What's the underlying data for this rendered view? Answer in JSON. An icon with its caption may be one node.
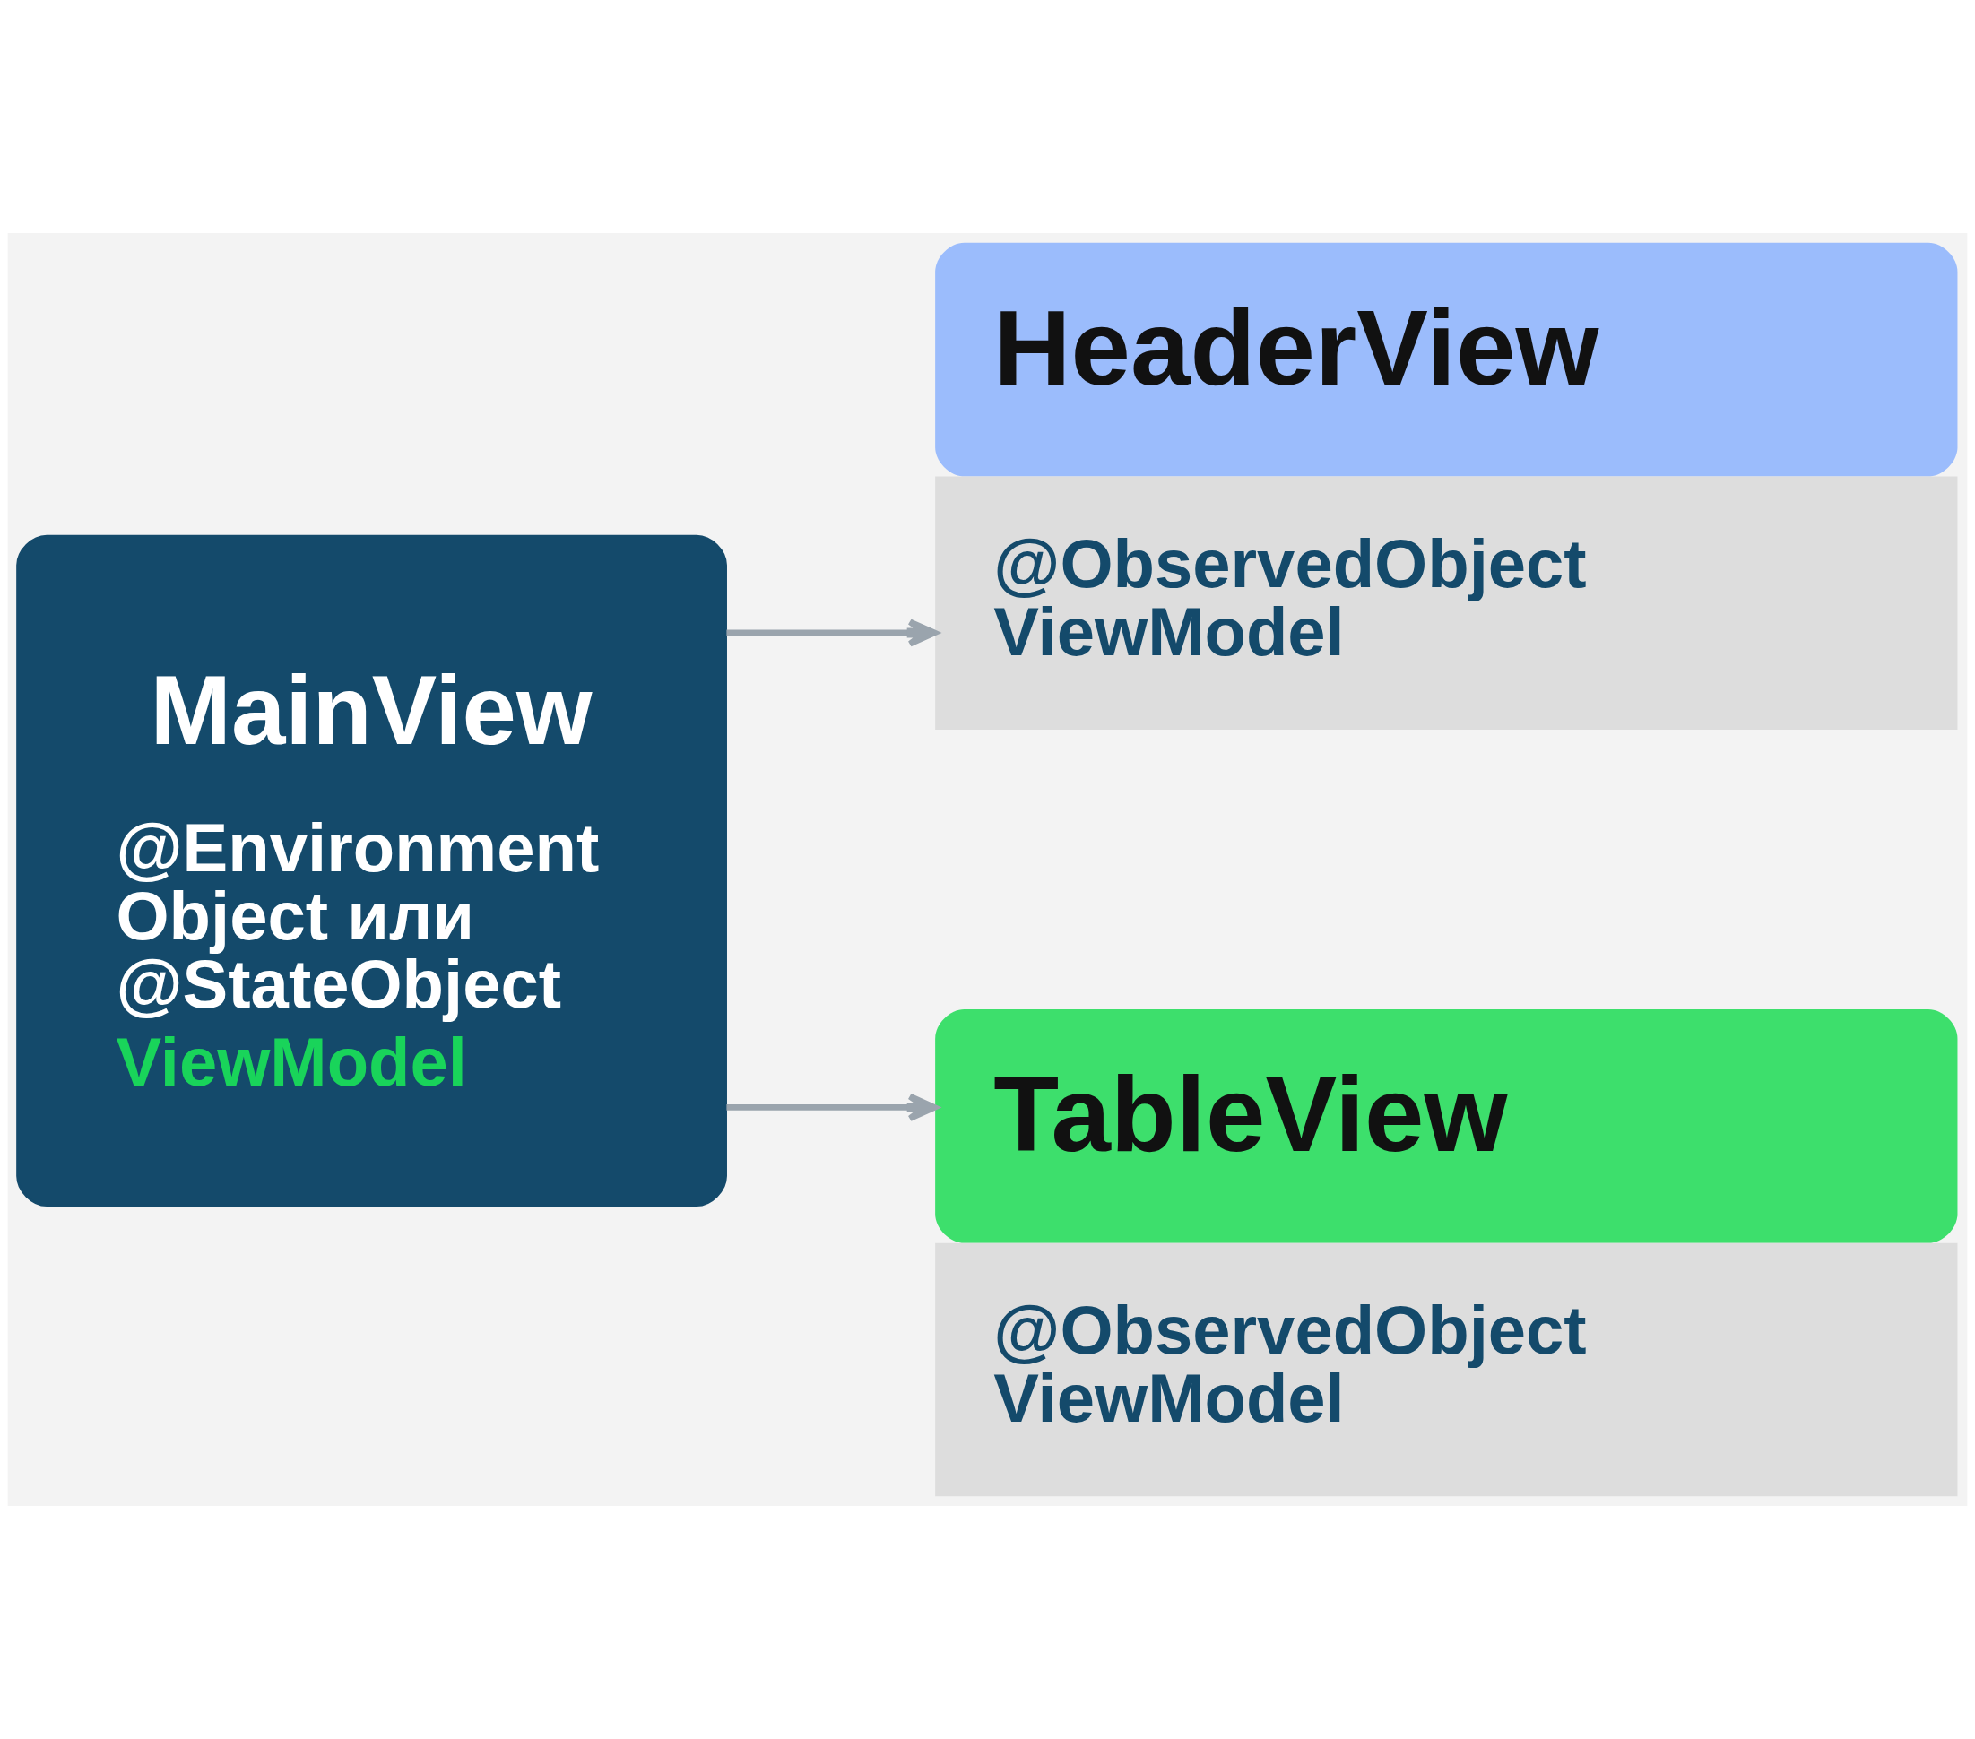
{
  "diagram": {
    "nodes": [
      {
        "text": [
          "MainView",
          "@Environment Object или @StateObject",
          "ViewModel"
        ]
      },
      {
        "text": [
          "HeaderView",
          "@ObservedObject ViewModel"
        ]
      },
      {
        "text": [
          "TableView",
          "@ObservedObject ViewModel"
        ]
      }
    ],
    "edges": [
      {
        "from": 0,
        "to": 1,
        "arrow": "to"
      },
      {
        "from": 0,
        "to": 2,
        "arrow": "to"
      }
    ]
  }
}
